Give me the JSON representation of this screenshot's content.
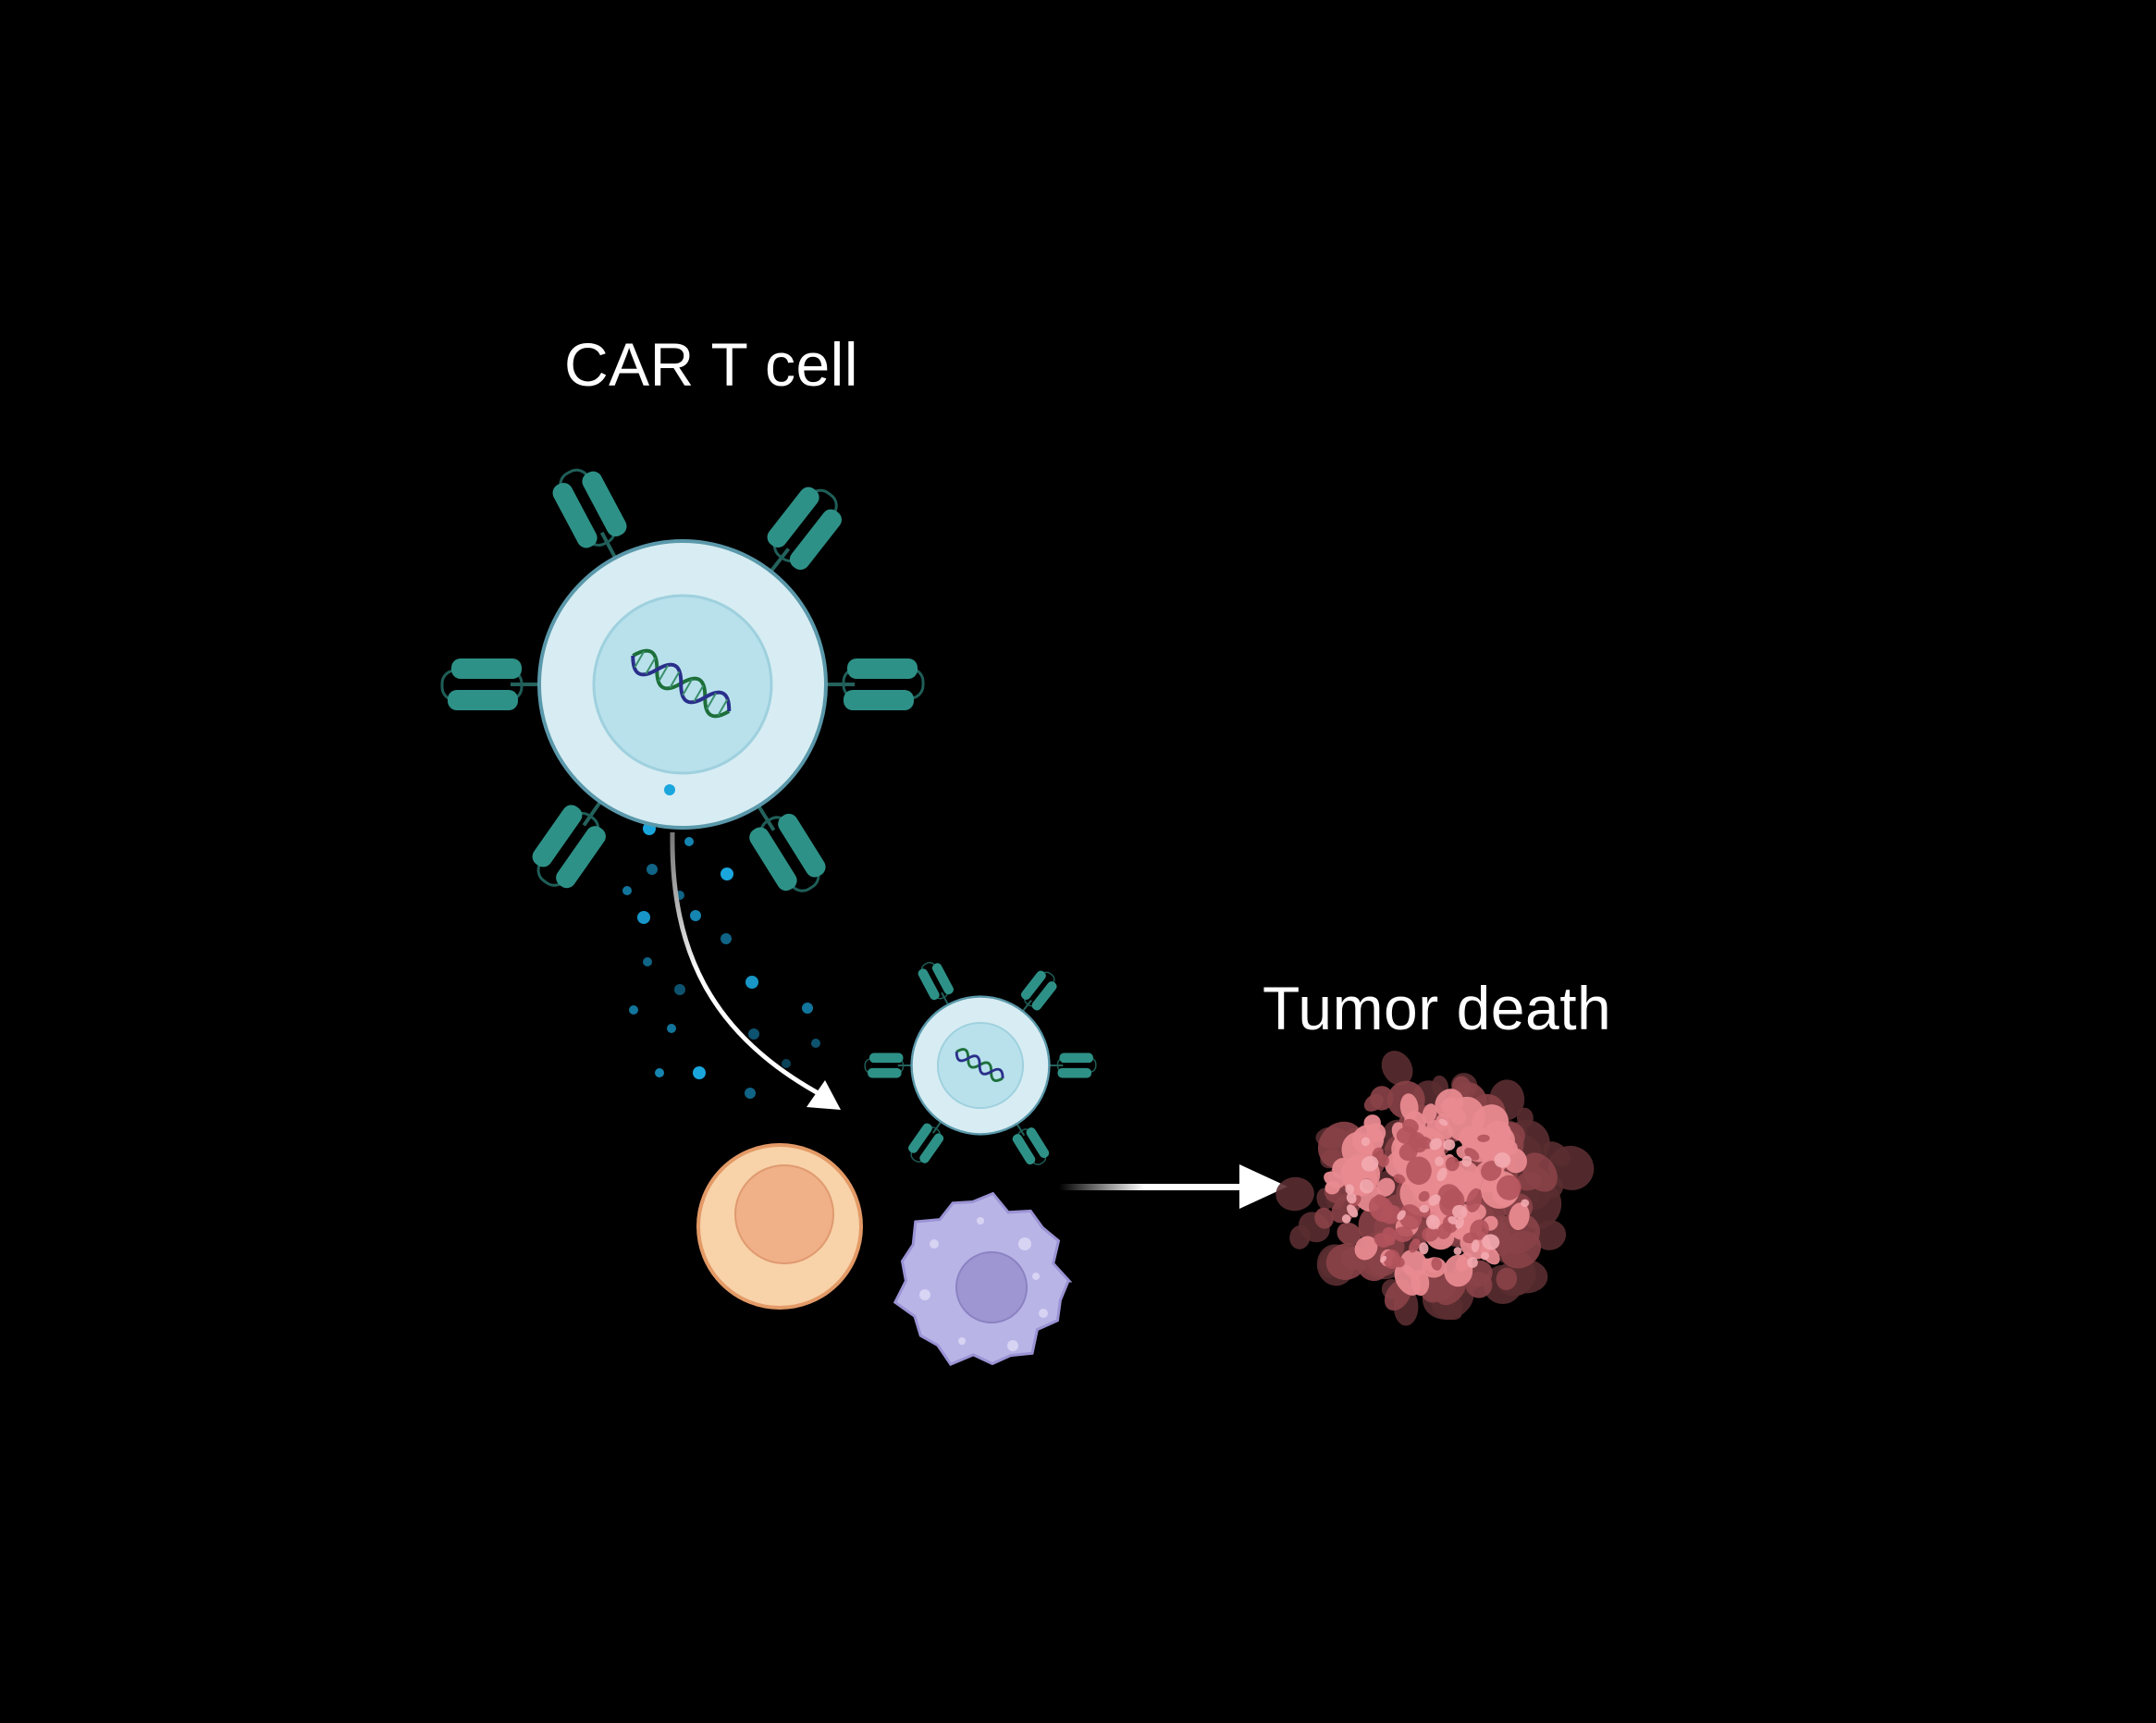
{
  "labels": {
    "car_t_cell": "CAR T cell",
    "tumor_death": "Tumor death"
  },
  "colors": {
    "background": "#000000",
    "text": "#ffffff",
    "receptor": "#2e9187",
    "receptor_outline": "#1f5e58",
    "t_cell_cytoplasm": "#d7edf3",
    "t_cell_nucleus": "#b8e1ec",
    "t_cell_membrane": "#5a98aa",
    "cytokine": "#1aa6dd",
    "orange_cell": "#f8d2a8",
    "orange_nucleus": "#f0b088",
    "purple_cell": "#b8b4e6",
    "purple_nucleus": "#9e96d2",
    "tumor": "#e88a90"
  },
  "icons": [
    "car-t-cell-icon",
    "dna-icon",
    "cytokine-dots",
    "small-car-t-cell-icon",
    "orange-cell-icon",
    "purple-cell-icon",
    "tumor-death-icon",
    "arrow-icon"
  ]
}
